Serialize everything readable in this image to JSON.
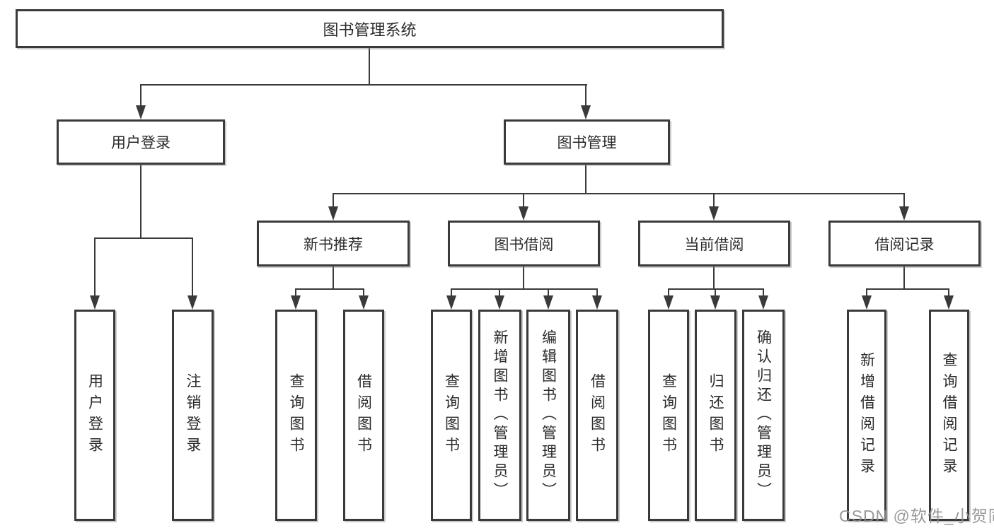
{
  "diagram": {
    "root": {
      "label": "图书管理系统"
    },
    "branches": [
      {
        "label": "用户登录",
        "children": [
          {
            "label": "用户登录"
          },
          {
            "label": "注销登录"
          }
        ]
      },
      {
        "label": "图书管理",
        "children": [
          {
            "label": "新书推荐",
            "children": [
              {
                "label": "查询图书"
              },
              {
                "label": "借阅图书"
              }
            ]
          },
          {
            "label": "图书借阅",
            "children": [
              {
                "label": "查询图书"
              },
              {
                "label": "新增图书（管理员）"
              },
              {
                "label": "编辑图书（管理员）"
              },
              {
                "label": "借阅图书"
              }
            ]
          },
          {
            "label": "当前借阅",
            "children": [
              {
                "label": "查询图书"
              },
              {
                "label": "归还图书"
              },
              {
                "label": "确认归还（管理员）"
              }
            ]
          },
          {
            "label": "借阅记录",
            "children": [
              {
                "label": "新增借阅记录"
              },
              {
                "label": "查询借阅记录"
              }
            ]
          }
        ]
      }
    ]
  },
  "watermark": {
    "text": "CSDN @软件_小贺同学"
  },
  "colors": {
    "line": "#3a3a3a",
    "text": "#2b2b2b",
    "watermark": "#8f8f8f",
    "background": "#ffffff"
  }
}
